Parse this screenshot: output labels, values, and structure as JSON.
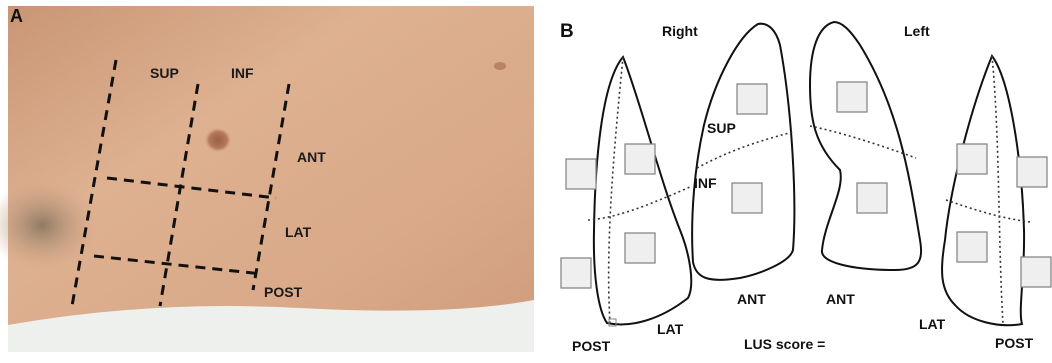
{
  "panel_a": {
    "letter": "A",
    "labels": {
      "sup": "SUP",
      "inf": "INF",
      "ant": "ANT",
      "lat": "LAT",
      "post": "POST"
    }
  },
  "panel_b": {
    "letter": "B",
    "side_labels": {
      "right": "Right",
      "left": "Left"
    },
    "labels": {
      "sup": "SUP",
      "inf": "INF",
      "ant_right": "ANT",
      "ant_left": "ANT",
      "lat_right": "LAT",
      "lat_left": "LAT",
      "post_right": "POST",
      "post_left": "POST"
    },
    "score_label": "LUS score ="
  },
  "colors": {
    "skin": "#dcae8c",
    "skin_shadow": "#c99877",
    "table": "#eceeeb",
    "line": "#111111",
    "box_fill": "#eeeeee",
    "box_stroke": "#888888"
  }
}
